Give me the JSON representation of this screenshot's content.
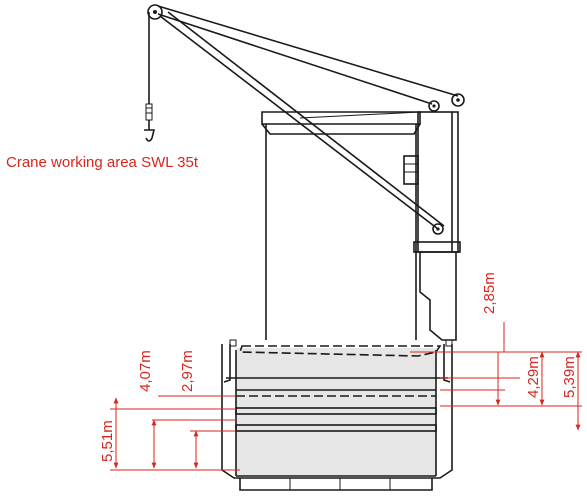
{
  "caption": "Crane working area SWL 35t",
  "dimensions": {
    "d_285": "2,85m",
    "d_407": "4,07m",
    "d_297": "2,97m",
    "d_429": "4,29m",
    "d_539": "5,39m",
    "d_551": "5,51m"
  },
  "colors": {
    "line": "#1a1a1a",
    "dimension": "#d7261f",
    "hull": "#e6e6e6"
  },
  "icons": {
    "hook": "crane-hook-icon",
    "sheave": "sheave-icon"
  }
}
